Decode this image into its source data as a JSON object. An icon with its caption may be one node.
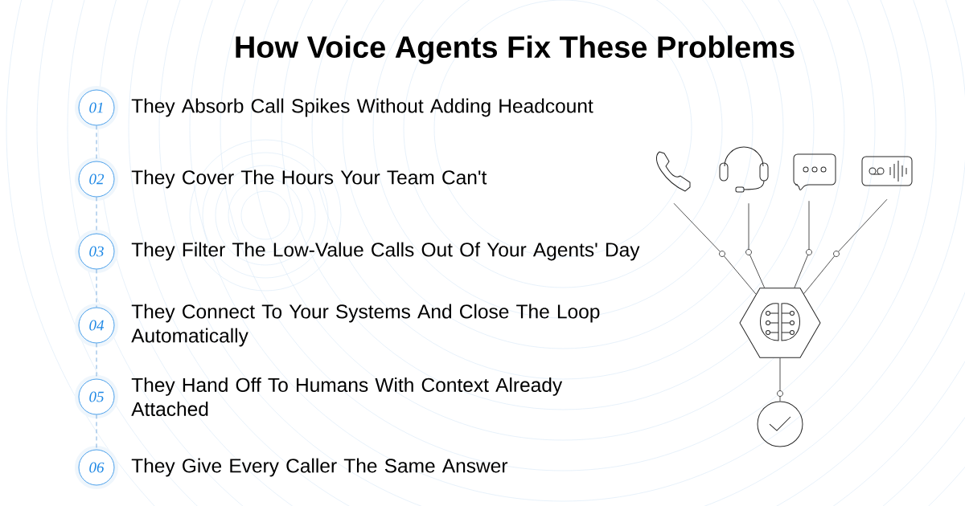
{
  "diagram": {
    "title": "How Voice Agents Fix These Problems",
    "nodes": [
      {
        "text": [
          "01"
        ],
        "beside": [
          "They Absorb Call Spikes Without Adding Headcount"
        ]
      },
      {
        "text": [
          "02"
        ],
        "beside": [
          "They Cover The Hours Your Team Can't"
        ]
      },
      {
        "text": [
          "03"
        ],
        "beside": [
          "They Filter The Low-Value Calls Out Of Your Agents' Day"
        ]
      },
      {
        "text": [
          "04"
        ],
        "beside": [
          "They Connect To Your Systems And Close The Loop Automatically"
        ]
      },
      {
        "text": [
          "05"
        ],
        "beside": [
          "They Hand Off To Humans With Context Already Attached"
        ]
      },
      {
        "text": [
          "06"
        ],
        "beside": [
          "They Give Every Caller The Same Answer"
        ]
      },
      {
        "text": [],
        "shape": "picture"
      },
      {
        "text": [],
        "shape": "picture"
      },
      {
        "text": [],
        "shape": "picture"
      },
      {
        "text": [],
        "shape": "picture"
      },
      {
        "text": [],
        "shape": "picture"
      },
      {
        "text": [],
        "shape": "circle"
      }
    ],
    "edges": [
      {
        "from": 0,
        "to": 1,
        "arrow": "none",
        "style": "dashed",
        "color": "#5b9bd5"
      },
      {
        "from": 1,
        "to": 2,
        "arrow": "none",
        "style": "dashed",
        "color": "#5b9bd5"
      },
      {
        "from": 2,
        "to": 3,
        "arrow": "none",
        "style": "dashed",
        "color": "#5b9bd5"
      },
      {
        "from": 3,
        "to": 4,
        "arrow": "none",
        "style": "dashed",
        "color": "#5b9bd5"
      },
      {
        "from": 4,
        "to": 5,
        "arrow": "none",
        "style": "dashed",
        "color": "#5b9bd5"
      },
      {
        "from": 6,
        "to": 10,
        "arrow": "none",
        "color": "#262626"
      },
      {
        "from": 7,
        "to": 10,
        "arrow": "none",
        "color": "#262626"
      },
      {
        "from": 8,
        "to": 10,
        "arrow": "none",
        "color": "#262626"
      },
      {
        "from": 9,
        "to": 10,
        "arrow": "none",
        "color": "#262626"
      },
      {
        "from": 10,
        "to": 11,
        "arrow": "none",
        "color": "#262626"
      }
    ]
  }
}
